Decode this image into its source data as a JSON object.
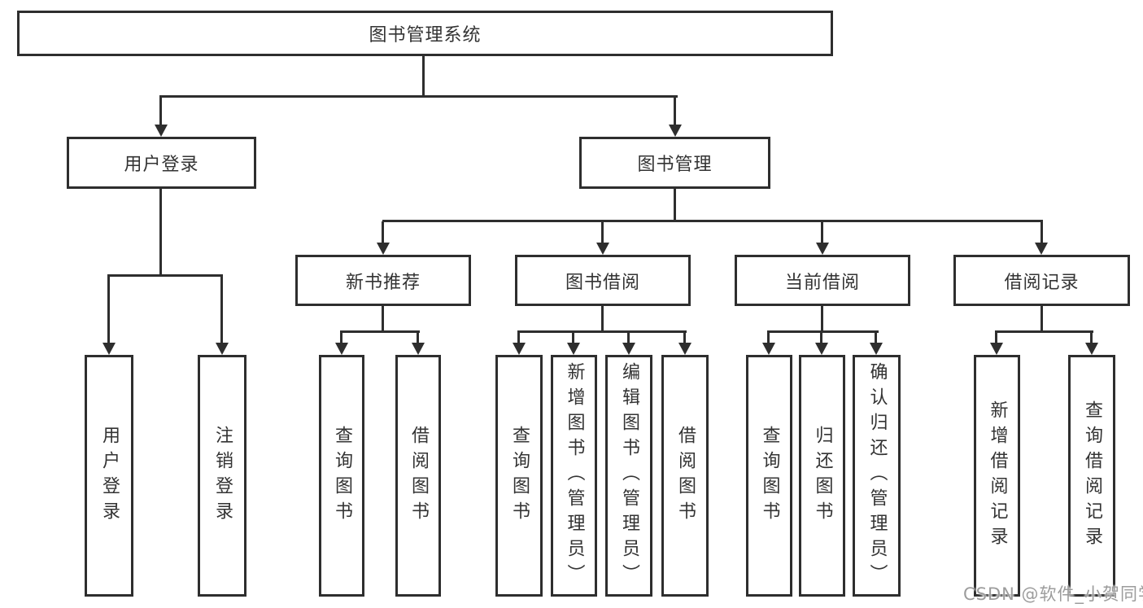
{
  "tree": {
    "label": "图书管理系统",
    "children": [
      {
        "label": "用户登录",
        "children": [
          {
            "label": "用户登录"
          },
          {
            "label": "注销登录"
          }
        ]
      },
      {
        "label": "图书管理",
        "children": [
          {
            "label": "新书推荐",
            "children": [
              {
                "label": "查询图书"
              },
              {
                "label": "借阅图书"
              }
            ]
          },
          {
            "label": "图书借阅",
            "children": [
              {
                "label": "查询图书"
              },
              {
                "label": "新增图书（管理员）"
              },
              {
                "label": "编辑图书（管理员）"
              },
              {
                "label": "借阅图书"
              }
            ]
          },
          {
            "label": "当前借阅",
            "children": [
              {
                "label": "查询图书"
              },
              {
                "label": "归还图书"
              },
              {
                "label": "确认归还（管理员）"
              }
            ]
          },
          {
            "label": "借阅记录",
            "children": [
              {
                "label": "新增借阅记录"
              },
              {
                "label": "查询借阅记录"
              }
            ]
          }
        ]
      }
    ]
  },
  "watermark": {
    "text": "CSDN @软件_小贺同学"
  },
  "colors": {
    "background": "#ffffff",
    "box_fill": "#ffffff",
    "box_border": "#2e2e2e",
    "line": "#2e2e2e",
    "text": "#333333",
    "watermark": "#9c9c9c"
  }
}
